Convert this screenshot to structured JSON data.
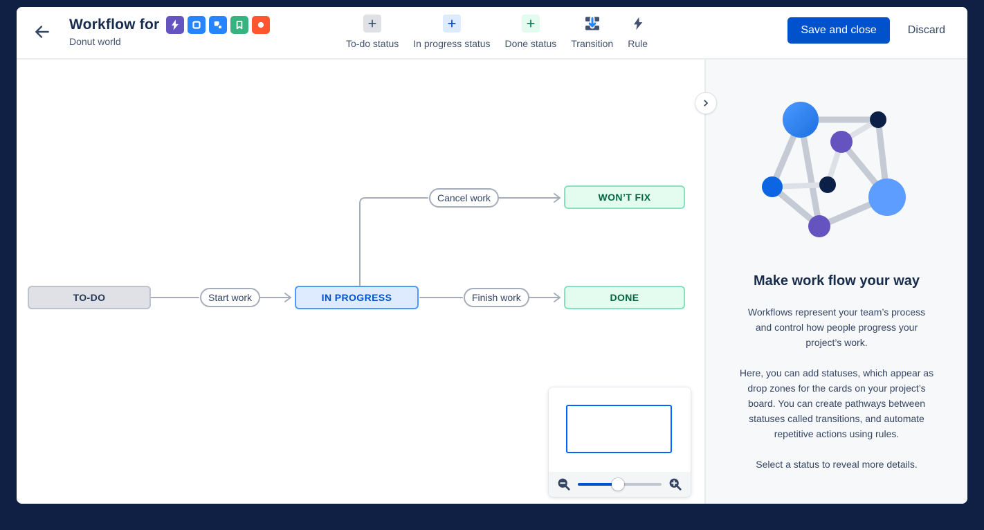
{
  "colors": {
    "frame": "#101F44",
    "brand_blue": "#0052CC",
    "todo_bg": "#DFE1E6",
    "inprogress_bg": "#DEEBFF",
    "done_bg": "#E3FCEF",
    "connector": "#A5ADBA"
  },
  "header": {
    "title": "Workflow for",
    "subtitle": "Donut world",
    "project_icons": [
      "bolt-icon",
      "story-icon",
      "subtask-icon",
      "bookmark-icon",
      "circle-icon"
    ],
    "tools": [
      {
        "label": "To-do status",
        "icon": "plus-icon"
      },
      {
        "label": "In progress status",
        "icon": "plus-icon"
      },
      {
        "label": "Done status",
        "icon": "plus-icon"
      },
      {
        "label": "Transition",
        "icon": "transition-icon"
      },
      {
        "label": "Rule",
        "icon": "bolt-icon"
      }
    ],
    "save_label": "Save and close",
    "discard_label": "Discard"
  },
  "canvas": {
    "nodes": [
      {
        "label": "TO-DO",
        "type": "todo"
      },
      {
        "label": "IN PROGRESS",
        "type": "inprogress"
      },
      {
        "label": "DONE",
        "type": "done"
      },
      {
        "label": "WON’T FIX",
        "type": "done"
      }
    ],
    "transitions": [
      {
        "label": "Start work",
        "from": "TO-DO",
        "to": "IN PROGRESS"
      },
      {
        "label": "Finish work",
        "from": "IN PROGRESS",
        "to": "DONE"
      },
      {
        "label": "Cancel work",
        "from": "IN PROGRESS",
        "to": "WON’T FIX"
      }
    ]
  },
  "minimap": {
    "zoom_level": 0.48
  },
  "sidebar": {
    "heading": "Make work flow your way",
    "paragraphs": [
      "Workflows represent your team’s process and control how people progress your project’s work.",
      "Here, you can add statuses, which appear as drop zones for the cards on your project’s board. You can create pathways between statuses called transitions, and automate repetitive actions using rules.",
      "Select a status to reveal more details."
    ]
  }
}
